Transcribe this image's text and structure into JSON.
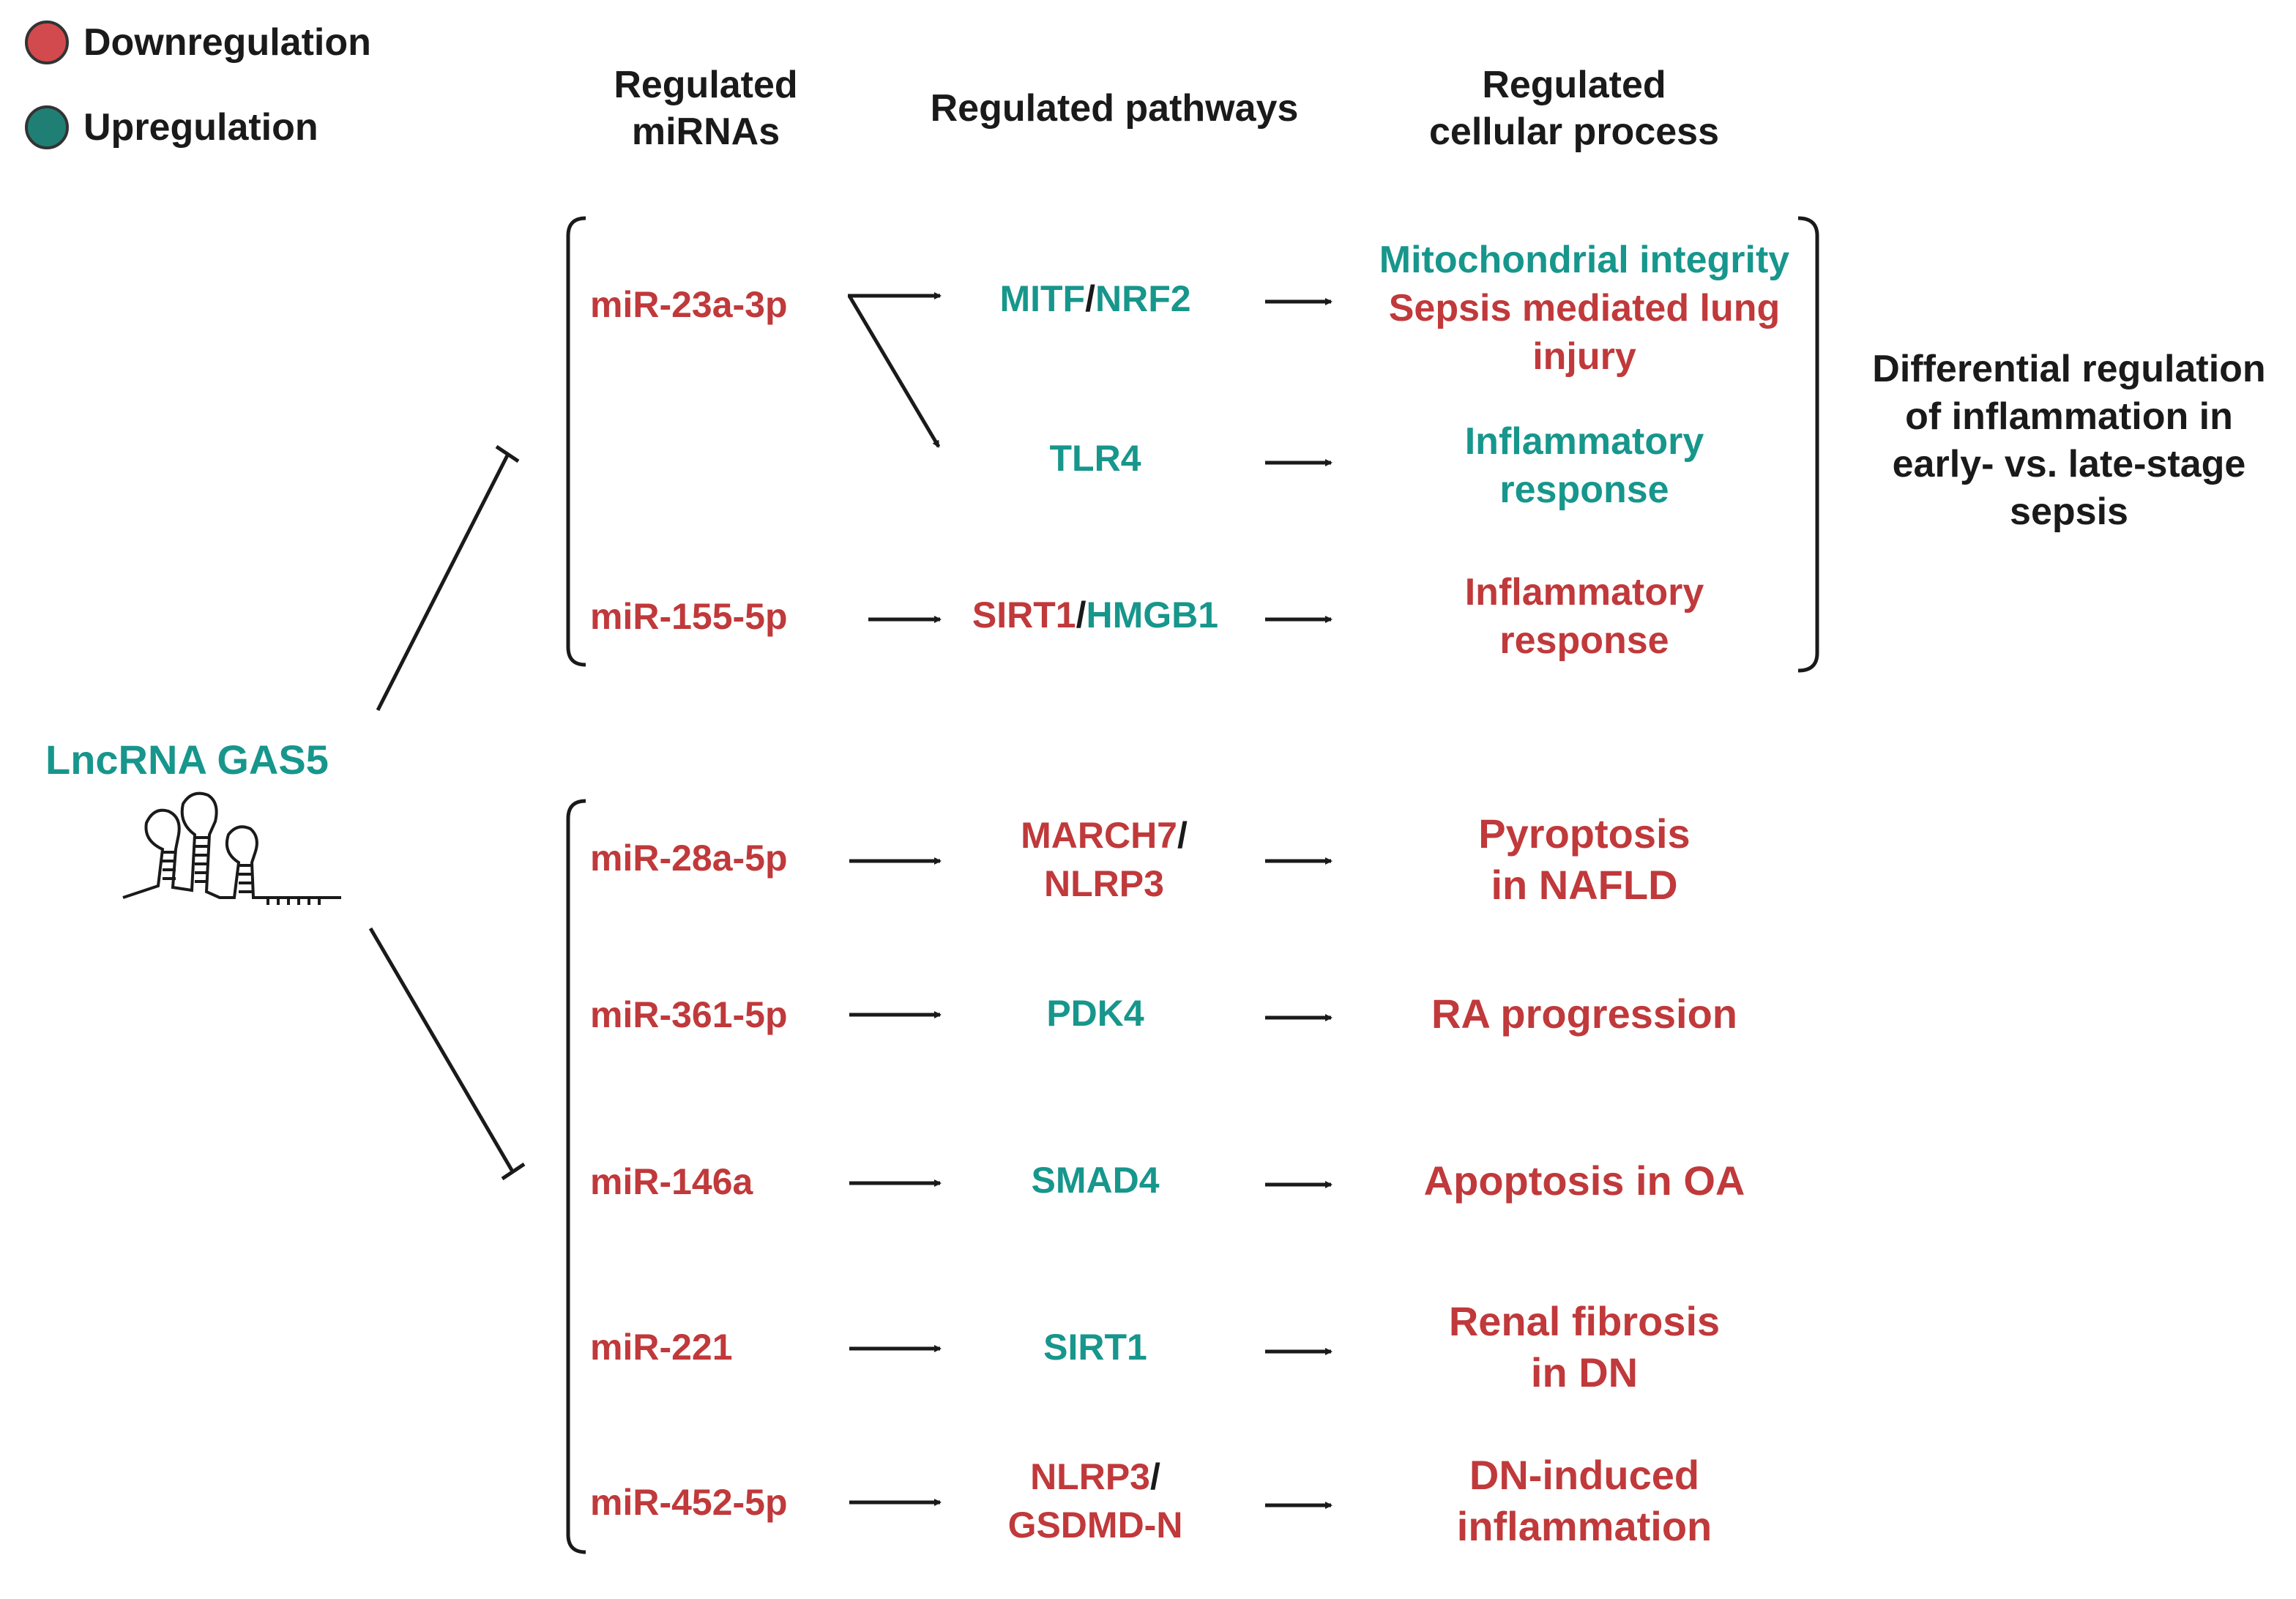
{
  "legend": {
    "down": {
      "label": "Downregulation",
      "color": "#d24a4d"
    },
    "up": {
      "label": "Upregulation",
      "color": "#1f7f74"
    }
  },
  "headers": {
    "mirnas": [
      "Regulated",
      "miRNAs"
    ],
    "pathways": "Regulated pathways",
    "process": [
      "Regulated",
      "cellular process"
    ]
  },
  "source": {
    "name": "LncRNA GAS5"
  },
  "side_note": [
    "Differential regulation",
    "of inflammation in",
    "early- vs. late-stage",
    "sepsis"
  ],
  "group1": {
    "rows": [
      {
        "mirna": "miR-23a-3p",
        "path_a": "MITF",
        "path_b": "NRF2",
        "process": [
          "Mitochondrial integrity",
          "Sepsis mediated lung",
          "injury"
        ]
      },
      {
        "mirna": "",
        "path": "TLR4",
        "process": [
          "Inflammatory",
          "response"
        ]
      },
      {
        "mirna": "miR-155-5p",
        "path_a": "SIRT1",
        "path_b": "HMGB1",
        "process": [
          "Inflammatory",
          "response"
        ]
      }
    ]
  },
  "group2": {
    "rows": [
      {
        "mirna": "miR-28a-5p",
        "path": [
          "MARCH7",
          "/",
          "NLRP3"
        ],
        "process": [
          "Pyroptosis",
          "in NAFLD"
        ]
      },
      {
        "mirna": "miR-361-5p",
        "path": "PDK4",
        "process": "RA progression"
      },
      {
        "mirna": "miR-146a",
        "path": "SMAD4",
        "process": "Apoptosis in OA"
      },
      {
        "mirna": "miR-221",
        "path": "SIRT1",
        "process": [
          "Renal fibrosis",
          "in DN"
        ]
      },
      {
        "mirna": "miR-452-5p",
        "path": [
          "NLRP3",
          "/",
          "GSDMD-N"
        ],
        "process": [
          "DN-induced",
          "inflammation"
        ]
      }
    ]
  },
  "separator": "/"
}
